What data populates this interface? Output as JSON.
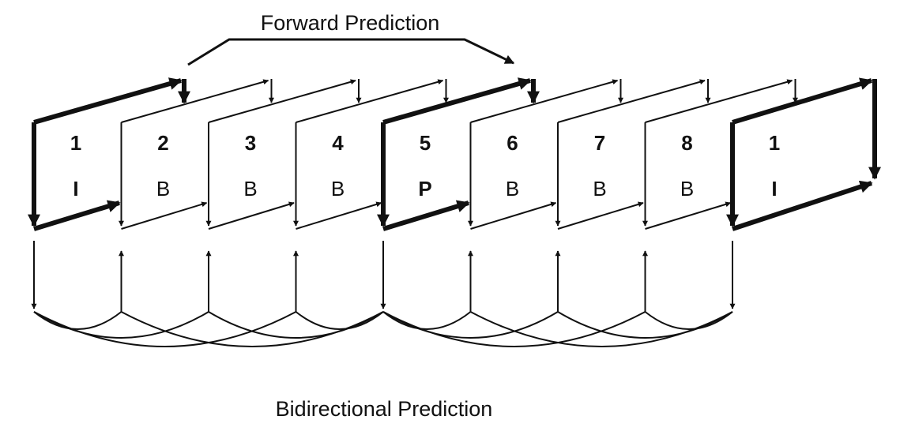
{
  "forward_label": "Forward Prediction",
  "bidirectional_label": "Bidirectional Prediction",
  "frames": [
    {
      "number": "1",
      "type": "I",
      "emphasis": true
    },
    {
      "number": "2",
      "type": "B",
      "emphasis": false
    },
    {
      "number": "3",
      "type": "B",
      "emphasis": false
    },
    {
      "number": "4",
      "type": "B",
      "emphasis": false
    },
    {
      "number": "5",
      "type": "P",
      "emphasis": true
    },
    {
      "number": "6",
      "type": "B",
      "emphasis": false
    },
    {
      "number": "7",
      "type": "B",
      "emphasis": false
    },
    {
      "number": "8",
      "type": "B",
      "emphasis": false
    },
    {
      "number": "1",
      "type": "I",
      "emphasis": true
    }
  ],
  "colors": {
    "ink": "#111111",
    "background": "#ffffff"
  }
}
